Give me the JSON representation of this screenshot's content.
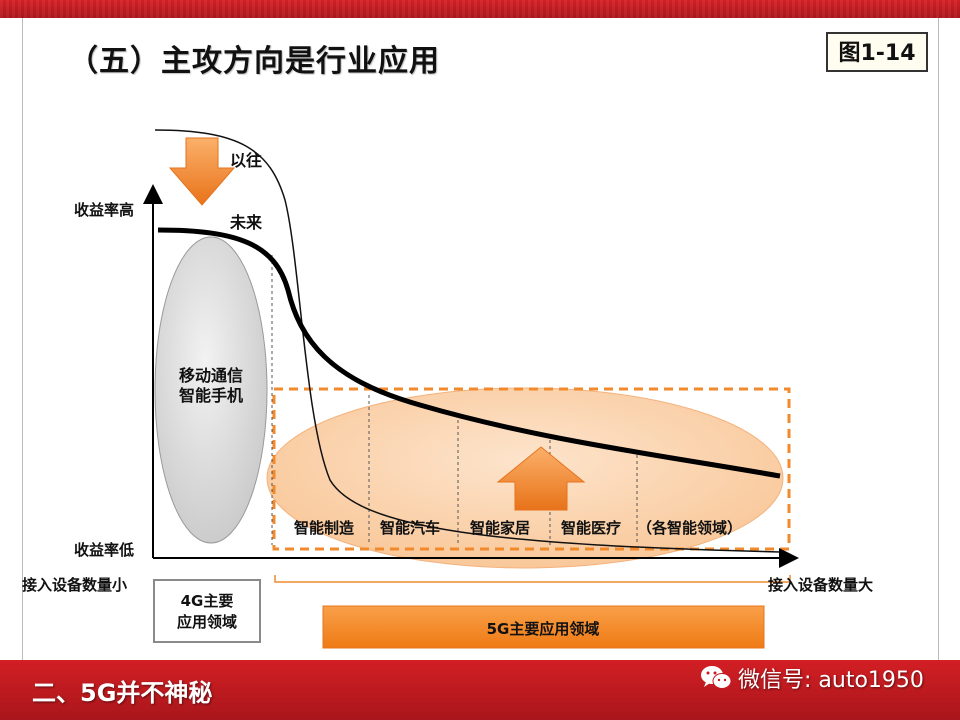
{
  "slide": {
    "title": "（五）主攻方向是行业应用",
    "figure_label": "图1-14",
    "footer_text": "二、5G并不神秘",
    "watermark_text": "微信号: auto1950"
  },
  "diagram": {
    "y_axis_high": "收益率高",
    "y_axis_low": "收益率低",
    "x_axis_left": "接入设备数量小",
    "x_axis_right": "接入设备数量大",
    "curve_past_label": "以往",
    "curve_future_label": "未来",
    "ellipse_4g_line1": "移动通信",
    "ellipse_4g_line2": "智能手机",
    "box_4g_line1": "4G主要",
    "box_4g_line2": "应用领域",
    "bar_5g_label": "5G主要应用领域",
    "sectors": [
      "智能制造",
      "智能汽车",
      "智能家居",
      "智能医疗",
      "（各智能领域）"
    ]
  },
  "colors": {
    "band_red": "#c8191f",
    "orange": "#f0822a",
    "dashed_orange": "#f08a2c",
    "ellipse_gray": "#d8d8d8",
    "ellipse_peach": "#fbd5b3",
    "bar_orange": "#f58220"
  }
}
